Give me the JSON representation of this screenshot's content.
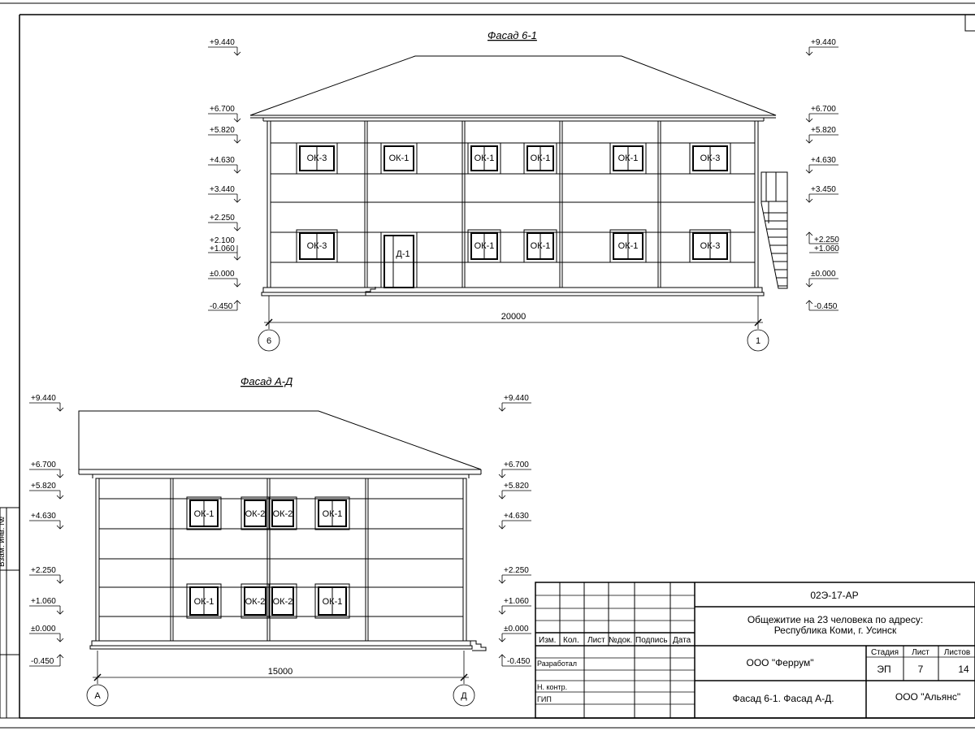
{
  "facade1": {
    "title": "Фасад 6-1",
    "left_levels": [
      "+9.440",
      "+6.700",
      "+5.820",
      "+4.630",
      "+3.440",
      "+2.250",
      "+2.100",
      "+1.060",
      "±0.000",
      "-0.450"
    ],
    "right_levels": [
      "+9.440",
      "+6.700",
      "+5.820",
      "+4.630",
      "+3.450",
      "+2.250",
      "+1.060",
      "±0.000",
      "-0.450"
    ],
    "upper_windows": [
      "ОК-3",
      "ОК-1",
      "ОК-1",
      "ОК-1",
      "ОК-1",
      "ОК-3"
    ],
    "lower_windows": [
      "ОК-3",
      "ОК-1",
      "ОК-1",
      "ОК-1",
      "ОК-3"
    ],
    "door": "Д-1",
    "dimension": "20000",
    "axis_left": "6",
    "axis_right": "1"
  },
  "facade2": {
    "title": "Фасад А-Д",
    "left_levels": [
      "+9.440",
      "+6.700",
      "+5.820",
      "+4.630",
      "+2.250",
      "+1.060",
      "±0.000",
      "-0.450"
    ],
    "right_levels": [
      "+9.440",
      "+6.700",
      "+5.820",
      "+4.630",
      "+2.250",
      "+1.060",
      "±0.000",
      "-0.450"
    ],
    "upper_windows": [
      "ОК-1",
      "ОК-2",
      "ОК-2",
      "ОК-1"
    ],
    "lower_windows": [
      "ОК-1",
      "ОК-2",
      "ОК-2",
      "ОК-1"
    ],
    "dimension": "15000",
    "axis_left": "А",
    "axis_right": "Д"
  },
  "stamp": {
    "code": "02Э-17-АР",
    "object": "Общежитие на 23 человека по адресу:",
    "address": "Республика Коми, г. Усинск",
    "col_headers": [
      "Изм.",
      "Кол.",
      "Лист",
      "№док.",
      "Подпись",
      "Дата"
    ],
    "developed": "Разработал",
    "norm_control": "Н. контр.",
    "chief": "ГИП",
    "company": "ООО \"Феррум\"",
    "stage_label": "Стадия",
    "sheet_label": "Лист",
    "sheets_label": "Листов",
    "stage": "ЭП",
    "sheet": "7",
    "sheets": "14",
    "drawing_title": "Фасад 6-1. Фасад  А-Д.",
    "client": "ООО \"Альянс\""
  },
  "side_stamp": {
    "label": "Взам. инв. №"
  }
}
